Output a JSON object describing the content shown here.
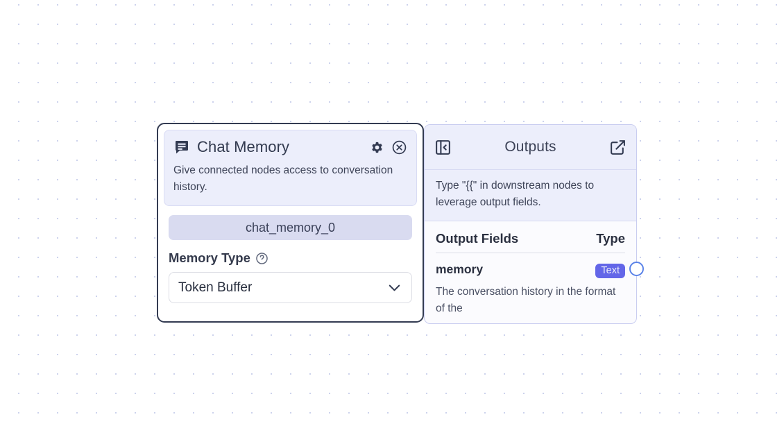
{
  "theme": {
    "canvas_bg": "#ffffff",
    "dot_color": "#ccd2ec",
    "node_border_selected": "#333b52",
    "panel_border": "#c9cdf0",
    "header_bg": "#eceefb",
    "pill_bg": "#d9dbf0",
    "badge_bg": "#6366e8",
    "handle_border": "#5b83e8"
  },
  "node": {
    "icon": "message-square-icon",
    "title": "Chat Memory",
    "description": "Give connected nodes access to conversation history.",
    "actions": [
      {
        "name": "settings-icon",
        "label": "Settings"
      },
      {
        "name": "close-circle-icon",
        "label": "Remove"
      }
    ],
    "name_pill": "chat_memory_0",
    "fields": [
      {
        "label": "Memory Type",
        "help_icon": "help-circle-icon",
        "control": "select",
        "value": "Token Buffer",
        "chevron": "chevron-down-icon",
        "options": [
          "Token Buffer"
        ]
      }
    ]
  },
  "outputs": {
    "collapse_icon": "panel-left-close-icon",
    "title": "Outputs",
    "expand_icon": "external-link-icon",
    "hint": "Type \"{{\" in downstream nodes to leverage output fields.",
    "columns": {
      "name": "Output Fields",
      "type": "Type"
    },
    "rows": [
      {
        "name": "memory",
        "type": "Text",
        "description": "The conversation history in the format of the"
      }
    ],
    "handle": {
      "name": "output-handle-memory"
    }
  }
}
